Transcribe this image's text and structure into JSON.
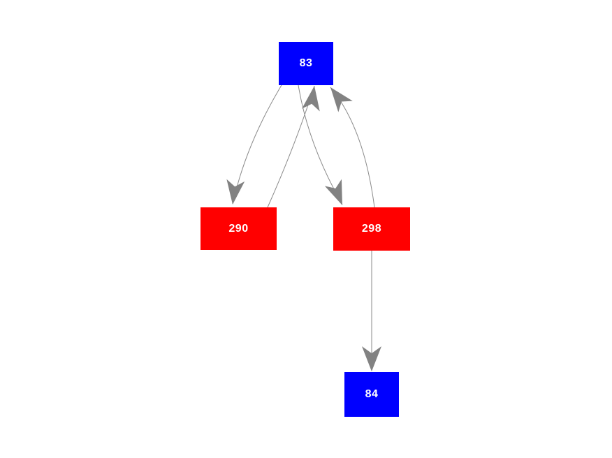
{
  "diagram": {
    "background_color": "#ffffff",
    "edge_color": "#8a8a8a",
    "arrow_color": "#828282",
    "nodes": [
      {
        "id": "83",
        "label": "83",
        "fill_color": "#0000ff",
        "text_color": "#ffffff",
        "shape": "rectangle"
      },
      {
        "id": "290",
        "label": "290",
        "fill_color": "#ff0000",
        "text_color": "#ffffff",
        "shape": "rectangle"
      },
      {
        "id": "298",
        "label": "298",
        "fill_color": "#ff0000",
        "text_color": "#ffffff",
        "shape": "rectangle"
      },
      {
        "id": "84",
        "label": "84",
        "fill_color": "#0000ff",
        "text_color": "#ffffff",
        "shape": "rectangle"
      }
    ],
    "edges": [
      {
        "from": "83",
        "to": "290",
        "directed": true,
        "style": "curved"
      },
      {
        "from": "290",
        "to": "83",
        "directed": true,
        "style": "curved"
      },
      {
        "from": "83",
        "to": "298",
        "directed": true,
        "style": "curved"
      },
      {
        "from": "298",
        "to": "83",
        "directed": true,
        "style": "curved"
      },
      {
        "from": "298",
        "to": "84",
        "directed": true,
        "style": "straight"
      }
    ]
  }
}
